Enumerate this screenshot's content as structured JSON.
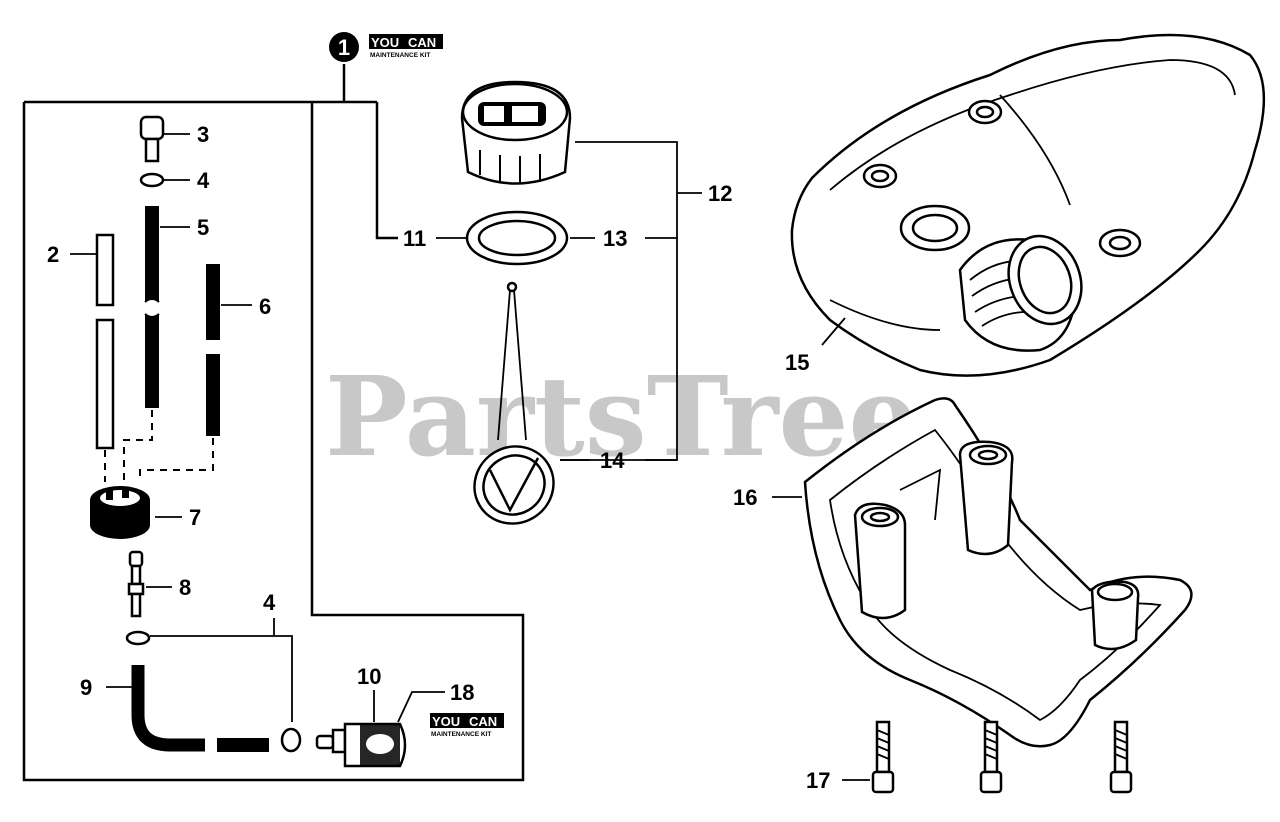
{
  "watermark": "PartsTree",
  "kit_badge": {
    "number": "1",
    "logo_word_left": "YOU",
    "logo_word_right": "CAN",
    "tagline": "MAINTENANCE KIT"
  },
  "callouts": {
    "p1": "1",
    "p2": "2",
    "p3": "3",
    "p4a": "4",
    "p4b": "4",
    "p5": "5",
    "p6": "6",
    "p7": "7",
    "p8": "8",
    "p9": "9",
    "p10": "10",
    "p11": "11",
    "p12": "12",
    "p13": "13",
    "p14": "14",
    "p15": "15",
    "p16": "16",
    "p17": "17",
    "p18": "18"
  }
}
